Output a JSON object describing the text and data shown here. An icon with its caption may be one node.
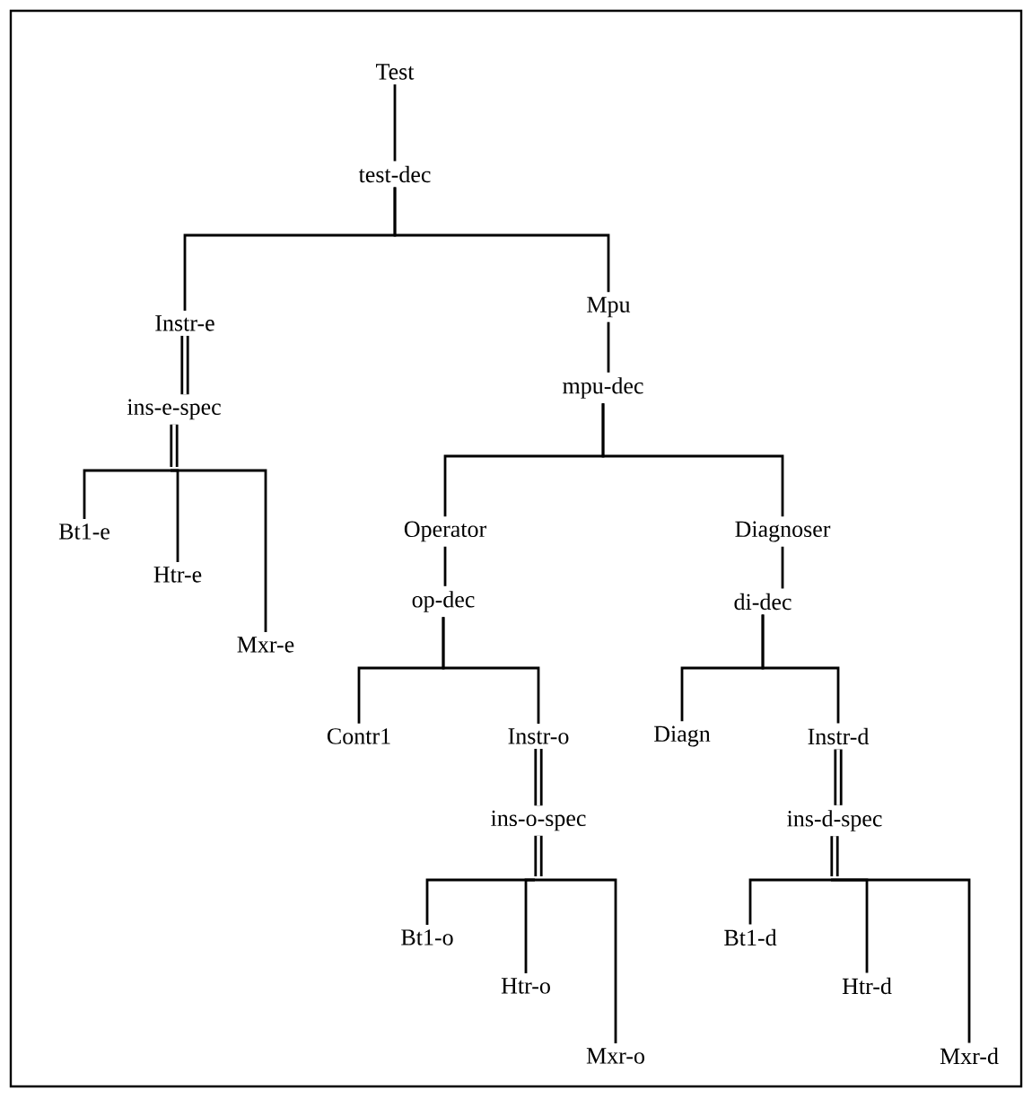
{
  "diagram": {
    "nodes": [
      {
        "text": [
          "Test"
        ]
      },
      {
        "text": [
          "test-dec"
        ]
      },
      {
        "text": [
          "Instr-e"
        ]
      },
      {
        "text": [
          "Mpu"
        ]
      },
      {
        "text": [
          "ins-e-spec"
        ]
      },
      {
        "text": [
          "mpu-dec"
        ]
      },
      {
        "text": [
          "Bt1-e"
        ]
      },
      {
        "text": [
          "Htr-e"
        ]
      },
      {
        "text": [
          "Mxr-e"
        ]
      },
      {
        "text": [
          "Operator"
        ]
      },
      {
        "text": [
          "Diagnoser"
        ]
      },
      {
        "text": [
          "op-dec"
        ]
      },
      {
        "text": [
          "di-dec"
        ]
      },
      {
        "text": [
          "Contr1"
        ]
      },
      {
        "text": [
          "Instr-o"
        ]
      },
      {
        "text": [
          "Diagn"
        ]
      },
      {
        "text": [
          "Instr-d"
        ]
      },
      {
        "text": [
          "ins-o-spec"
        ]
      },
      {
        "text": [
          "ins-d-spec"
        ]
      },
      {
        "text": [
          "Bt1-o"
        ]
      },
      {
        "text": [
          "Htr-o"
        ]
      },
      {
        "text": [
          "Mxr-o"
        ]
      },
      {
        "text": [
          "Bt1-d"
        ]
      },
      {
        "text": [
          "Htr-d"
        ]
      },
      {
        "text": [
          "Mxr-d"
        ]
      }
    ],
    "edges": [
      {
        "from": 0,
        "to": 1,
        "arrow": "none"
      },
      {
        "from": 1,
        "to": 2,
        "arrow": "none"
      },
      {
        "from": 1,
        "to": 3,
        "arrow": "none"
      },
      {
        "from": 2,
        "to": 4,
        "arrow": "none",
        "style": "thick"
      },
      {
        "from": 3,
        "to": 5,
        "arrow": "none"
      },
      {
        "from": 4,
        "to": 6,
        "arrow": "none"
      },
      {
        "from": 4,
        "to": 7,
        "arrow": "none"
      },
      {
        "from": 4,
        "to": 8,
        "arrow": "none"
      },
      {
        "from": 5,
        "to": 9,
        "arrow": "none"
      },
      {
        "from": 5,
        "to": 10,
        "arrow": "none"
      },
      {
        "from": 9,
        "to": 11,
        "arrow": "none"
      },
      {
        "from": 10,
        "to": 12,
        "arrow": "none"
      },
      {
        "from": 11,
        "to": 13,
        "arrow": "none"
      },
      {
        "from": 11,
        "to": 14,
        "arrow": "none"
      },
      {
        "from": 12,
        "to": 15,
        "arrow": "none"
      },
      {
        "from": 12,
        "to": 16,
        "arrow": "none"
      },
      {
        "from": 14,
        "to": 17,
        "arrow": "none",
        "style": "thick"
      },
      {
        "from": 16,
        "to": 18,
        "arrow": "none",
        "style": "thick"
      },
      {
        "from": 17,
        "to": 19,
        "arrow": "none"
      },
      {
        "from": 17,
        "to": 20,
        "arrow": "none"
      },
      {
        "from": 17,
        "to": 21,
        "arrow": "none"
      },
      {
        "from": 18,
        "to": 22,
        "arrow": "none"
      },
      {
        "from": 18,
        "to": 23,
        "arrow": "none"
      },
      {
        "from": 18,
        "to": 24,
        "arrow": "none"
      }
    ]
  }
}
